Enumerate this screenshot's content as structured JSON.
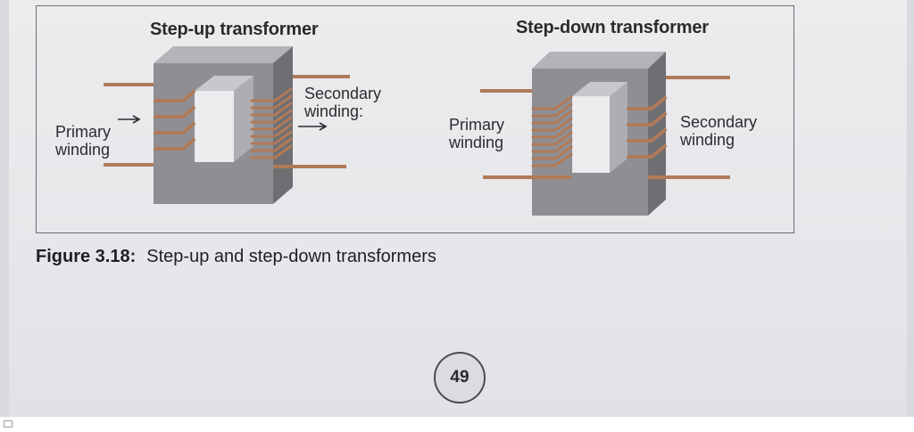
{
  "figure": {
    "stepup": {
      "title": "Step-up transformer",
      "primary_label": "Primary\nwinding",
      "secondary_label": "Secondary\nwinding:"
    },
    "stepdown": {
      "title": "Step-down transformer",
      "primary_label": "Primary\nwinding",
      "secondary_label": "Secondary\nwinding"
    },
    "caption_number": "Figure 3.18:",
    "caption_text": "Step-up and step-down transformers"
  },
  "page_number": "49",
  "colors": {
    "core_front": "#8f8f93",
    "core_light": "#b4b4b8",
    "core_dark": "#6d6d71",
    "copper": "#b07a58",
    "frame_border": "#6d6e72"
  }
}
